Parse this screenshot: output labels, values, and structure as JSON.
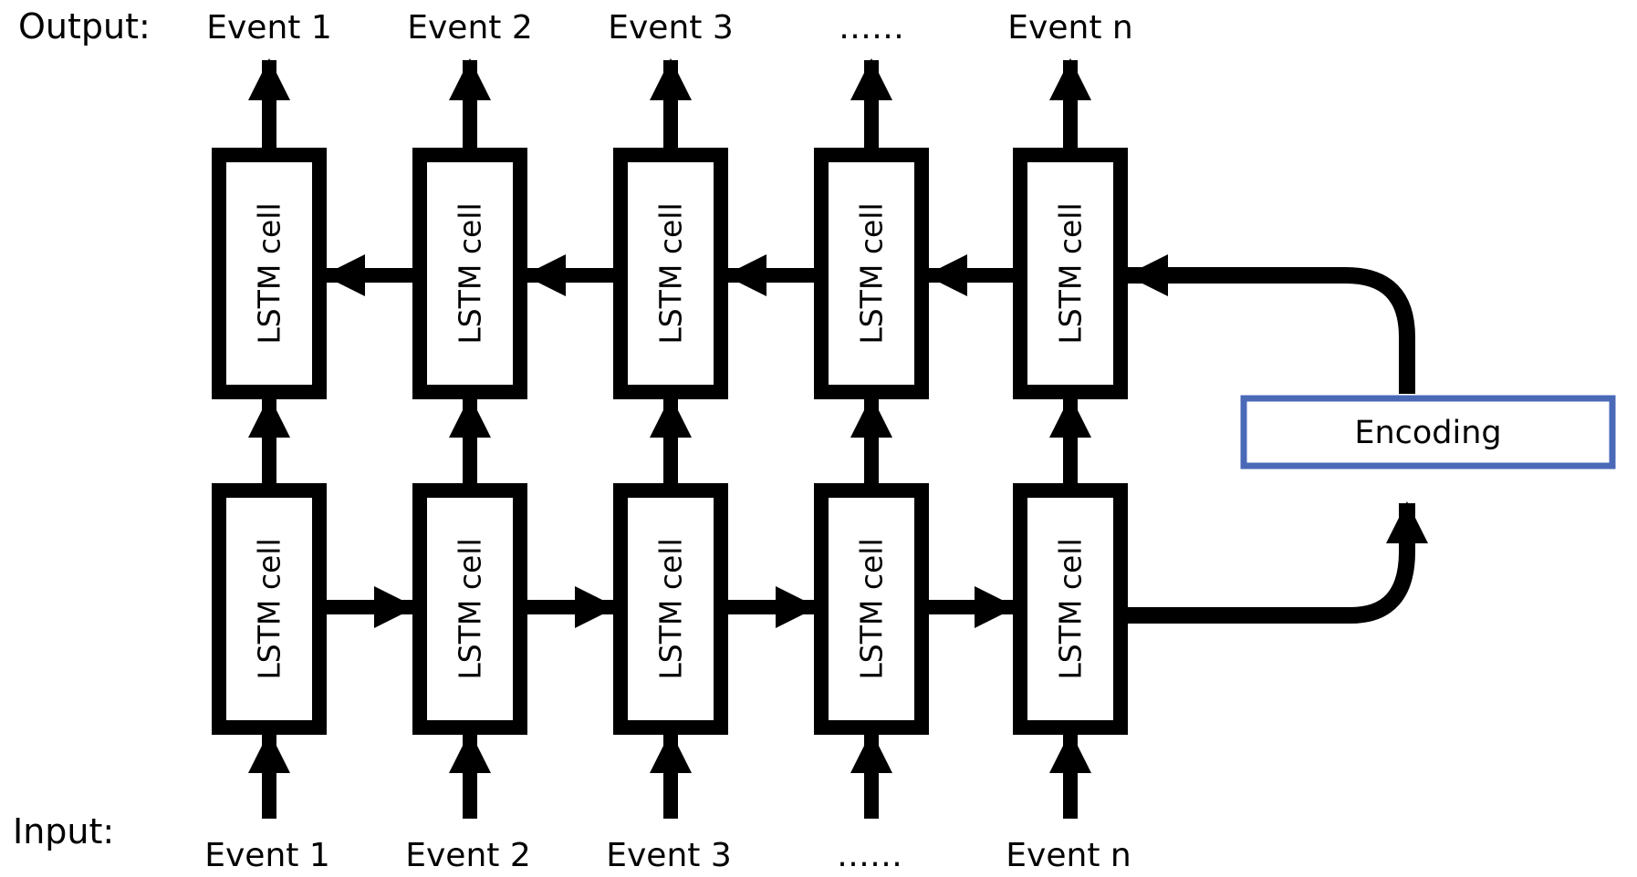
{
  "labels": {
    "output": "Output:",
    "input": "Input:"
  },
  "output_events": [
    "Event 1",
    "Event 2",
    "Event 3",
    "……",
    "Event n"
  ],
  "input_events": [
    "Event 1",
    "Event 2",
    "Event 3",
    "……",
    "Event n"
  ],
  "decoder_cells": [
    "LSTM cell",
    "LSTM cell",
    "LSTM cell",
    "LSTM cell",
    "LSTM cell"
  ],
  "encoder_cells": [
    "LSTM cell",
    "LSTM cell",
    "LSTM cell",
    "LSTM cell",
    "LSTM cell"
  ],
  "encoding": {
    "label": "Encoding",
    "border_color": "#4a6ab8"
  },
  "colors": {
    "line": "#000000",
    "background": "#ffffff"
  }
}
